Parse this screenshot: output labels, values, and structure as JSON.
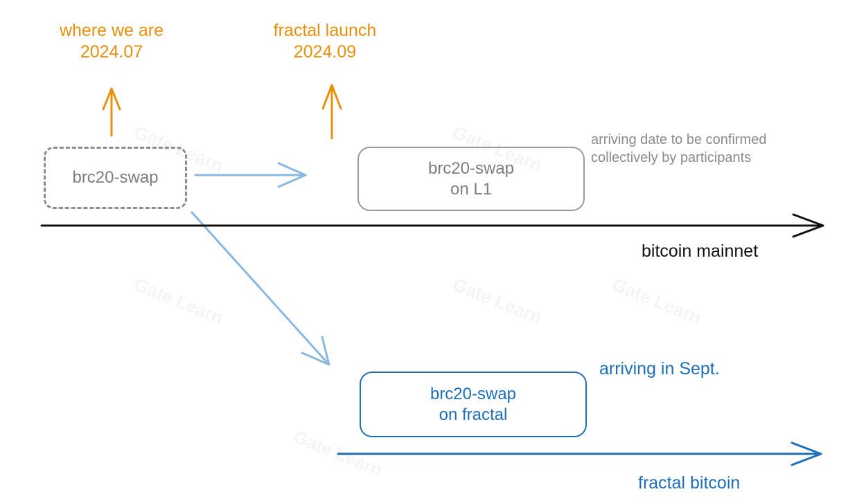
{
  "milestones": {
    "current": {
      "title": "where we are",
      "date": "2024.07"
    },
    "fractal": {
      "title": "fractal launch",
      "date": "2024.09"
    }
  },
  "nodes": {
    "current_swap": {
      "line1": "brc20-swap"
    },
    "l1_swap": {
      "line1": "brc20-swap",
      "line2": "on L1"
    },
    "fractal_swap": {
      "line1": "brc20-swap",
      "line2": "on fractal"
    }
  },
  "notes": {
    "l1_arrival_line1": "arriving date to be confirmed",
    "l1_arrival_line2": "collectively by participants",
    "fractal_arrival": "arriving in Sept."
  },
  "timelines": {
    "mainnet": "bitcoin mainnet",
    "fractal": "fractal bitcoin"
  },
  "watermark": {
    "text": "Gate Learn"
  },
  "colors": {
    "orange": "#e8900c",
    "light_blue": "#8ab8e0",
    "blue": "#1f6fb8",
    "gray": "#8c8c8c",
    "black": "#111111"
  }
}
